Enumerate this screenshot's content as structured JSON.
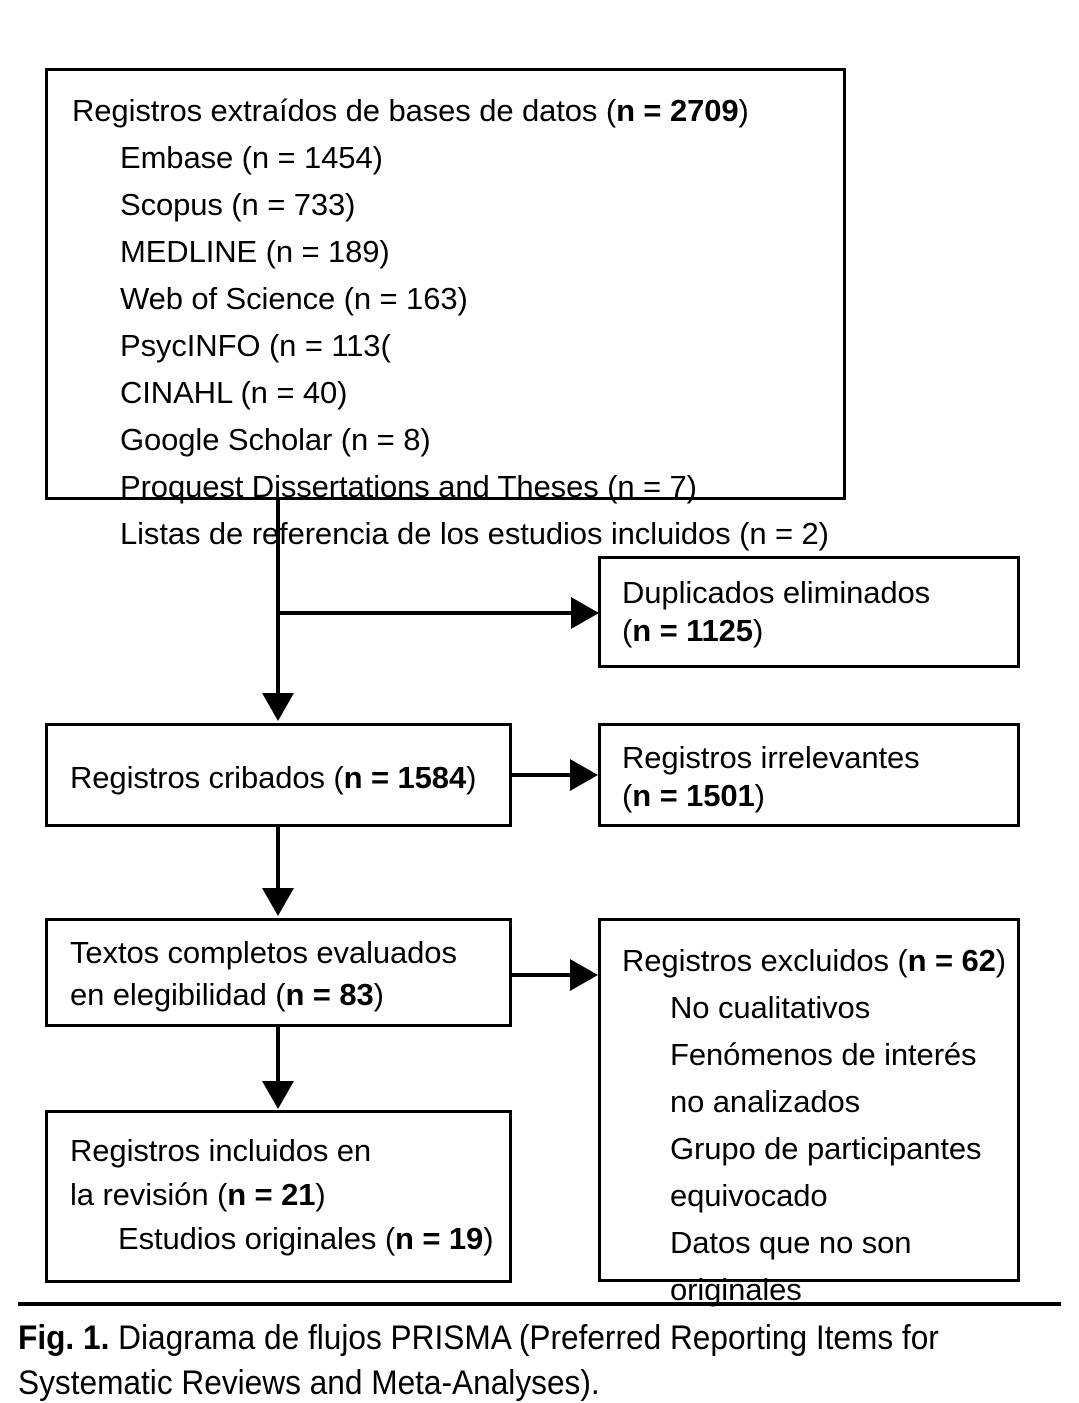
{
  "figure": {
    "caption_label": "Fig. 1.",
    "caption_text": " Diagrama de flujos PRISMA (Preferred Reporting Items for Systematic Reviews and Meta-Analyses)."
  },
  "diagram": {
    "type": "prisma-flow-diagram",
    "identification_box": {
      "heading_prefix": "Registros extraídos de bases de datos (",
      "heading_n": "n = 2709",
      "heading_suffix": ")",
      "sources": [
        "Embase (n = 1454)",
        "Scopus (n = 733)",
        "MEDLINE (n = 189)",
        "Web of Science (n = 163)",
        "PsycINFO (n = 113(",
        "CINAHL (n = 40)",
        "Google Scholar (n = 8)",
        "Proquest Dissertations and Theses (n = 7)",
        "Listas de referencia de los estudios incluidos (n = 2)"
      ]
    },
    "duplicates_box": {
      "line1": "Duplicados eliminados",
      "line2_prefix": "(",
      "line2_n": "n = 1125",
      "line2_suffix": ")"
    },
    "screened_box": {
      "prefix": "Registros cribados (",
      "n": "n = 1584",
      "suffix": ")"
    },
    "irrelevant_box": {
      "line1": "Registros irrelevantes",
      "line2_prefix": "(",
      "line2_n": "n = 1501",
      "line2_suffix": ")"
    },
    "fulltext_box": {
      "line1": "Textos completos evaluados",
      "line2_prefix": "en elegibilidad (",
      "line2_n": "n = 83",
      "line2_suffix": ")"
    },
    "excluded_box": {
      "heading_prefix": "Registros excluidos (",
      "heading_n": "n = 62",
      "heading_suffix": ")",
      "reasons": [
        "No cualitativos",
        "Fenómenos de interés",
        "no analizados",
        "Grupo de participantes",
        "equivocado",
        "Datos que no son",
        "originales"
      ]
    },
    "included_box": {
      "line1": "Registros incluidos en",
      "line2_prefix": "la revisión (",
      "line2_n": "n = 21",
      "line2_suffix": ")",
      "line3_prefix": "Estudios originales (",
      "line3_n": "n = 19",
      "line3_suffix": ")"
    }
  },
  "chart_data": {
    "type": "diagram",
    "title": "Diagrama de flujos PRISMA",
    "stages": [
      {
        "stage": "Registros extraídos de bases de datos",
        "n": 2709
      },
      {
        "stage": "Embase",
        "n": 1454
      },
      {
        "stage": "Scopus",
        "n": 733
      },
      {
        "stage": "MEDLINE",
        "n": 189
      },
      {
        "stage": "Web of Science",
        "n": 163
      },
      {
        "stage": "PsycINFO",
        "n": 113
      },
      {
        "stage": "CINAHL",
        "n": 40
      },
      {
        "stage": "Google Scholar",
        "n": 8
      },
      {
        "stage": "Proquest Dissertations and Theses",
        "n": 7
      },
      {
        "stage": "Listas de referencia de los estudios incluidos",
        "n": 2
      },
      {
        "stage": "Duplicados eliminados",
        "n": 1125
      },
      {
        "stage": "Registros cribados",
        "n": 1584
      },
      {
        "stage": "Registros irrelevantes",
        "n": 1501
      },
      {
        "stage": "Textos completos evaluados en elegibilidad",
        "n": 83
      },
      {
        "stage": "Registros excluidos",
        "n": 62
      },
      {
        "stage": "Registros incluidos en la revisión",
        "n": 21
      },
      {
        "stage": "Estudios originales",
        "n": 19
      }
    ]
  }
}
